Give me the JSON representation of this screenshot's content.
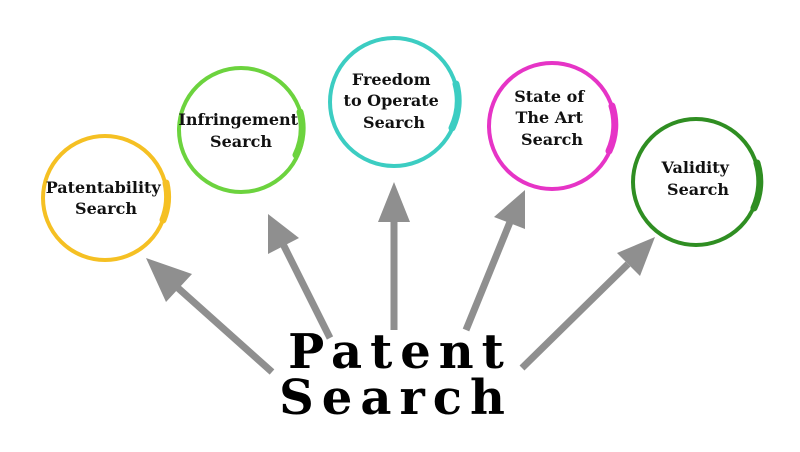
{
  "center": {
    "line1": "Patent",
    "line2": "Search"
  },
  "nodes": [
    {
      "lines": [
        "Patentability",
        "Search"
      ],
      "color": "#f5c023"
    },
    {
      "lines": [
        "Infringement",
        "Search"
      ],
      "color": "#6cd33e"
    },
    {
      "lines": [
        "Freedom",
        "to Operate",
        "Search"
      ],
      "color": "#3ccdc2"
    },
    {
      "lines": [
        "State of",
        "The Art",
        "Search"
      ],
      "color": "#e634c6"
    },
    {
      "lines": [
        "Validity",
        "Search"
      ],
      "color": "#2f8e22"
    }
  ],
  "arrow_color": "#8f8f8f"
}
